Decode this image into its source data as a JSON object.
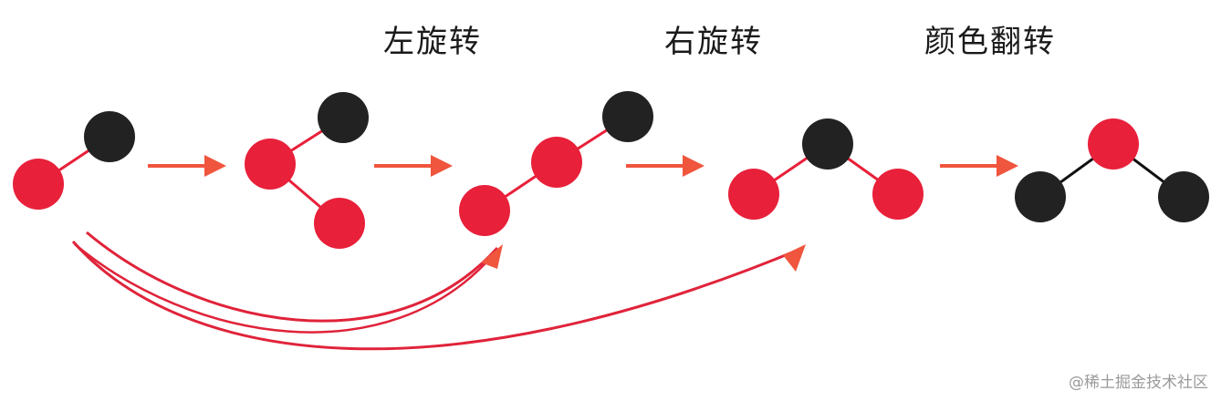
{
  "labels": {
    "left_rotate": "左旋转",
    "right_rotate": "右旋转",
    "color_flip": "颜色翻转"
  },
  "watermark": "@稀土掘金技术社区",
  "colors": {
    "red_node": "#e8203a",
    "black_node": "#222222",
    "arrow": "#f0553d",
    "curve": "#e0233a",
    "link_red": "#e8203a",
    "link_black": "#111111"
  }
}
